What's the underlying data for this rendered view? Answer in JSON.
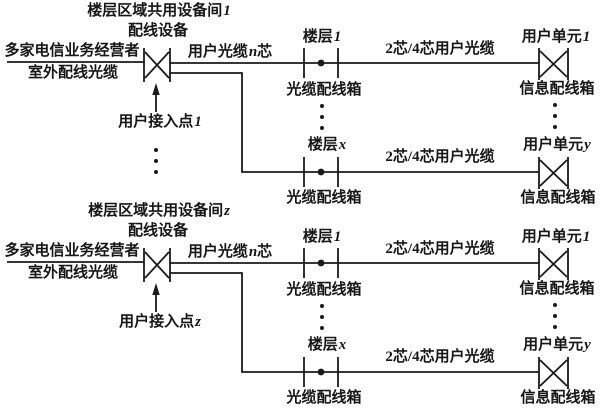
{
  "diagram": {
    "background_color": "#ffffff",
    "line_color": "#1a1a1a",
    "groups": [
      {
        "title_prefix": "楼层区域共用设备间",
        "title_var": "1",
        "device_label": "配线设备",
        "operator_label": "多家电信业务经营者",
        "outdoor_cable_label": "室外配线光缆",
        "riser_cable_prefix": "用户光缆",
        "riser_cable_var": "n",
        "riser_cable_suffix": "芯",
        "access_point_prefix": "用户接入点",
        "access_point_var": "1",
        "rows": [
          {
            "floor_prefix": "楼层",
            "floor_var": "1",
            "cable_label": "2芯/4芯用户光缆",
            "unit_prefix": "用户单元",
            "unit_var": "1",
            "floor_box_label": "光缆配线箱",
            "unit_box_label": "信息配线箱"
          },
          {
            "floor_prefix": "楼层",
            "floor_var": "x",
            "cable_label": "2芯/4芯用户光缆",
            "unit_prefix": "用户单元",
            "unit_var": "y",
            "floor_box_label": "光缆配线箱",
            "unit_box_label": "信息配线箱"
          }
        ]
      },
      {
        "title_prefix": "楼层区域共用设备间",
        "title_var": "z",
        "device_label": "配线设备",
        "operator_label": "多家电信业务经营者",
        "outdoor_cable_label": "室外配线光缆",
        "riser_cable_prefix": "用户光缆",
        "riser_cable_var": "n",
        "riser_cable_suffix": "芯",
        "access_point_prefix": "用户接入点",
        "access_point_var": "z",
        "rows": [
          {
            "floor_prefix": "楼层",
            "floor_var": "1",
            "cable_label": "2芯/4芯用户光缆",
            "unit_prefix": "用户单元",
            "unit_var": "1",
            "floor_box_label": "光缆配线箱",
            "unit_box_label": "信息配线箱"
          },
          {
            "floor_prefix": "楼层",
            "floor_var": "x",
            "cable_label": "2芯/4芯用户光缆",
            "unit_prefix": "用户单元",
            "unit_var": "y",
            "floor_box_label": "光缆配线箱",
            "unit_box_label": "信息配线箱"
          }
        ]
      }
    ]
  }
}
